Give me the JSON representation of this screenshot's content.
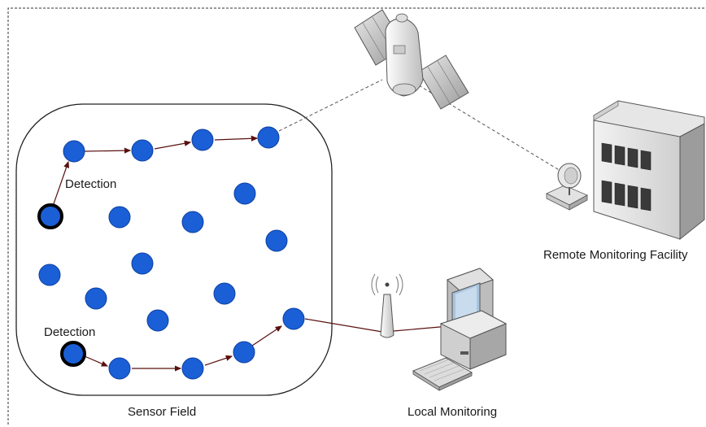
{
  "labels": {
    "detection_top": "Detection",
    "detection_bottom": "Detection",
    "remote": "Remote Monitoring Facility",
    "sensor_field": "Sensor Field",
    "local": "Local Monitoring"
  },
  "icons": [
    "satellite-icon",
    "building-icon",
    "satellite-dish-icon",
    "antenna-icon",
    "computer-icon"
  ],
  "colors": {
    "node_fill": "#1a5fd6",
    "node_stroke": "#0d3fa0",
    "path_line": "#5a1010",
    "dashed_link": "#555555",
    "border": "#333333"
  }
}
